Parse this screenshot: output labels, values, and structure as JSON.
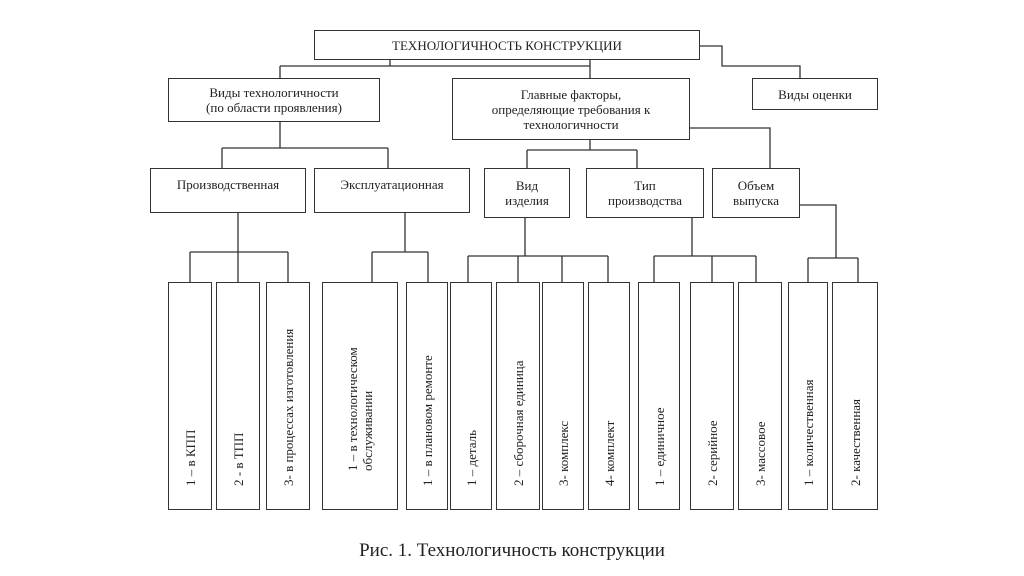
{
  "diagram": {
    "root": "ТЕХНОЛОГИЧНОСТЬ КОНСТРУКЦИИ",
    "level1": {
      "types": "Виды технологичности\n(по области проявления)",
      "factors": "Главные факторы,\nопределяющие требования к\nтехнологичности",
      "assessment": "Виды оценки"
    },
    "level2": {
      "production": "Производственная",
      "operational": "Эксплуатационная",
      "product_type": "Вид\nизделия",
      "production_type": "Тип\nпроизводства",
      "output_volume": "Объем\nвыпуска"
    },
    "leaves": [
      "1 – в КПП",
      "2 - в ТПП",
      "3- в процессах изготовления",
      "1 – в технологическом\nобслуживании",
      "1 – в плановом ремонте",
      "1 – деталь",
      "2 – сборочная единица",
      "3- комплекс",
      "4- комплект",
      "1 – единичное",
      "2- серийное",
      "3- массовое",
      "1 – количественная",
      "2- качественная"
    ]
  },
  "caption": "Рис. 1. Технологичность конструкции"
}
